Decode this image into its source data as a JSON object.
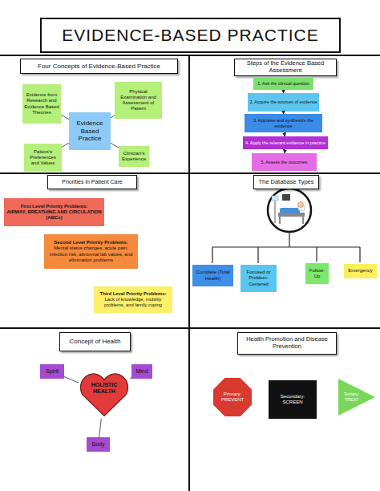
{
  "diagram": {
    "title": "EVIDENCE-BASED PRACTICE",
    "nodes": [
      {
        "text": [
          "Four Concepts of Evidence-Based Practice"
        ]
      },
      {
        "text": [
          "Evidence from Research and Evidence Based Theories"
        ],
        "in": 0
      },
      {
        "text": [
          "Physical Examination and Assessment of Patient"
        ],
        "in": 0
      },
      {
        "text": [
          "Evidence Based Practice"
        ],
        "in": 0
      },
      {
        "text": [
          "Patient's Preferences and Values"
        ],
        "in": 0
      },
      {
        "text": [
          "Clinician's Experience"
        ],
        "in": 0
      },
      {
        "text": [
          "Steps of the Evidence Based Assessment"
        ]
      },
      {
        "text": [
          "1. Ask the clinical question"
        ],
        "in": 6
      },
      {
        "text": [
          "2. Acquire the sources of evidence"
        ],
        "in": 6
      },
      {
        "text": [
          "3. Appraise and synthesize the evidence"
        ],
        "in": 6
      },
      {
        "text": [
          "4. Apply the relevant evidence in practice"
        ],
        "in": 6
      },
      {
        "text": [
          "5. Assess the outcomes"
        ],
        "in": 6
      },
      {
        "text": [
          "Priorities in Patient Care"
        ]
      },
      {
        "text": [
          "First Level Priority Problems:",
          "AIRWAY, BREATHING AND CIRCULATION (ABCs)"
        ],
        "in": 12
      },
      {
        "text": [
          "Second Level Priority Problems:",
          "Mental status changes, acute pain, infection risk, abnormal lab values, and elimination problems"
        ],
        "in": 12
      },
      {
        "text": [
          "Third Level Priority Problems:",
          "Lack of knowledge, mobility problems, and family coping"
        ],
        "in": 12
      },
      {
        "text": [
          "The Database Types"
        ]
      },
      {
        "text": [
          "Complete (Total Health)"
        ],
        "in": 16
      },
      {
        "text": [
          "Focused or Problem-Centered"
        ],
        "in": 16
      },
      {
        "text": [
          "Follow-Up"
        ],
        "in": 16
      },
      {
        "text": [
          "Emergency"
        ],
        "in": 16
      },
      {
        "text": [
          "Concept of Health"
        ]
      },
      {
        "text": [
          "Spirit"
        ],
        "in": 21
      },
      {
        "text": [
          "Mind"
        ],
        "in": 21
      },
      {
        "text": [
          "HOLISTIC HEALTH"
        ],
        "in": 21
      },
      {
        "text": [
          "Body"
        ],
        "in": 21
      },
      {
        "text": [
          "Health Promotion and Disease Prevention"
        ]
      },
      {
        "text": [
          "Primary: PREVENT"
        ],
        "in": 26
      },
      {
        "text": [
          "Secondary: SCREEN"
        ],
        "in": 26
      },
      {
        "text": [
          "Tertiary: TREAT"
        ],
        "in": 26
      }
    ],
    "edges": [
      {
        "from": 3,
        "to": 1,
        "arrow": "none"
      },
      {
        "from": 3,
        "to": 2,
        "arrow": "none"
      },
      {
        "from": 3,
        "to": 4,
        "arrow": "none"
      },
      {
        "from": 3,
        "to": 5,
        "arrow": "none"
      },
      {
        "from": 7,
        "to": 8,
        "arrow": "to"
      },
      {
        "from": 8,
        "to": 9,
        "arrow": "to"
      },
      {
        "from": 9,
        "to": 10,
        "arrow": "to"
      },
      {
        "from": 10,
        "to": 11,
        "arrow": "to"
      },
      {
        "from": 24,
        "to": 22,
        "arrow": "none"
      },
      {
        "from": 24,
        "to": 23,
        "arrow": "none"
      },
      {
        "from": 24,
        "to": 25,
        "arrow": "none"
      }
    ]
  }
}
